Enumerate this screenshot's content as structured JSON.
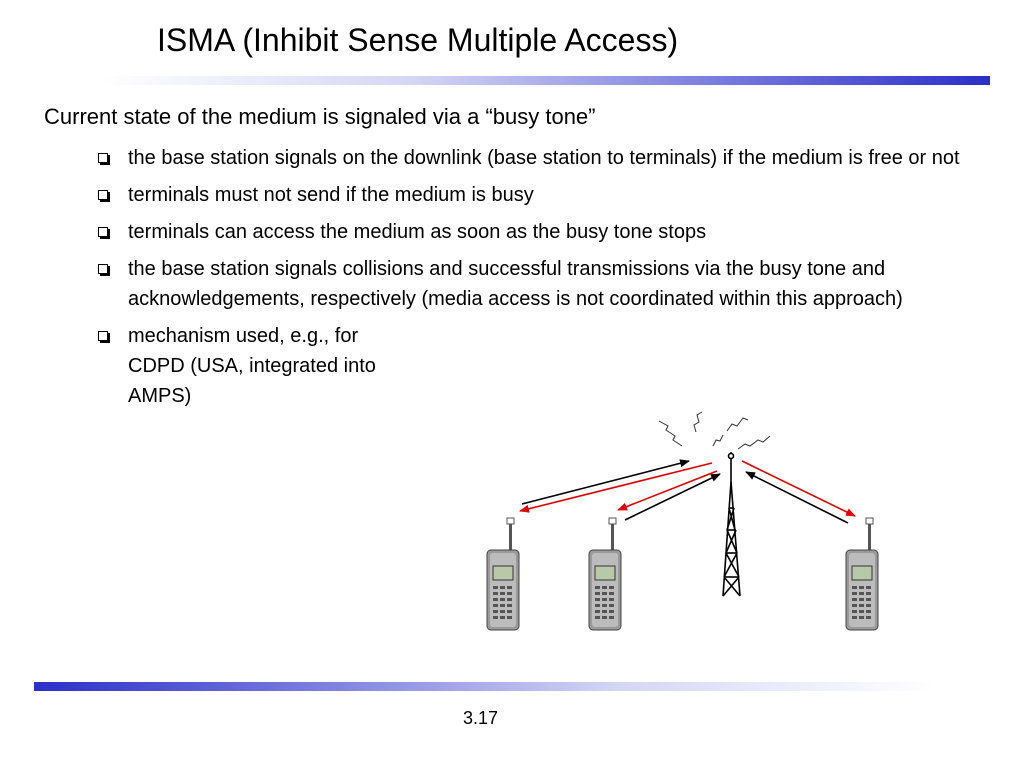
{
  "slide": {
    "title": "ISMA (Inhibit Sense Multiple Access)",
    "heading": "Current state of the medium is signaled via a “busy tone”",
    "bullets": [
      "the base station signals on the downlink (base station to terminals) if the medium is free or not",
      "terminals must not send if the medium is busy",
      "terminals can access the medium as soon as the busy tone stops",
      "the base station signals collisions and successful transmissions via the busy tone and acknowledgements, respectively (media access is not coordinated within this approach)",
      "mechanism used, e.g., for CDPD (USA, integrated into AMPS)"
    ],
    "page_number": "3.17"
  },
  "diagram": {
    "colors": {
      "uplink_arrow": "#000000",
      "downlink_arrow": "#e00000",
      "phone_body": "#9a9a9a",
      "rule_blue": "#2a2fc8"
    },
    "icons": [
      "base-station-tower-icon",
      "mobile-phone-icon",
      "radio-wave-icon"
    ]
  }
}
